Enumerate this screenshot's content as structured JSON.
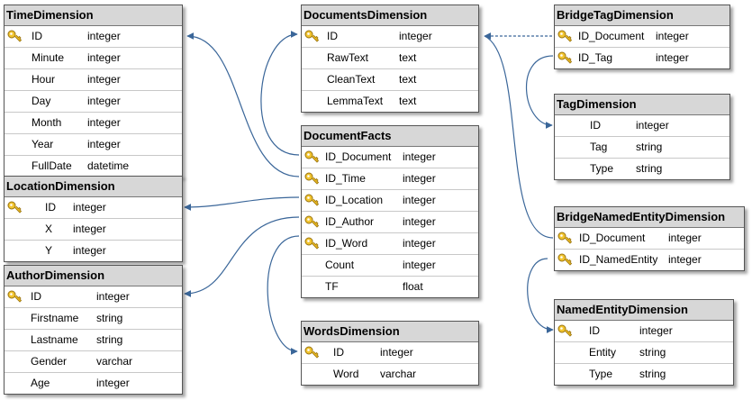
{
  "tables": {
    "time": {
      "title": "TimeDimension",
      "rows": [
        {
          "name": "ID",
          "type": "integer",
          "key": true
        },
        {
          "name": "Minute",
          "type": "integer",
          "key": false
        },
        {
          "name": "Hour",
          "type": "integer",
          "key": false
        },
        {
          "name": "Day",
          "type": "integer",
          "key": false
        },
        {
          "name": "Month",
          "type": "integer",
          "key": false
        },
        {
          "name": "Year",
          "type": "integer",
          "key": false
        },
        {
          "name": "FullDate",
          "type": "datetime",
          "key": false
        }
      ]
    },
    "location": {
      "title": "LocationDimension",
      "rows": [
        {
          "name": "ID",
          "type": "integer",
          "key": true
        },
        {
          "name": "X",
          "type": "integer",
          "key": false
        },
        {
          "name": "Y",
          "type": "integer",
          "key": false
        }
      ]
    },
    "author": {
      "title": "AuthorDimension",
      "rows": [
        {
          "name": "ID",
          "type": "integer",
          "key": true
        },
        {
          "name": "Firstname",
          "type": "string",
          "key": false
        },
        {
          "name": "Lastname",
          "type": "string",
          "key": false
        },
        {
          "name": "Gender",
          "type": "varchar",
          "key": false
        },
        {
          "name": "Age",
          "type": "integer",
          "key": false
        }
      ]
    },
    "documents": {
      "title": "DocumentsDimension",
      "rows": [
        {
          "name": "ID",
          "type": "integer",
          "key": true
        },
        {
          "name": "RawText",
          "type": "text",
          "key": false
        },
        {
          "name": "CleanText",
          "type": "text",
          "key": false
        },
        {
          "name": "LemmaText",
          "type": "text",
          "key": false
        }
      ]
    },
    "facts": {
      "title": "DocumentFacts",
      "rows": [
        {
          "name": "ID_Document",
          "type": "integer",
          "key": true
        },
        {
          "name": "ID_Time",
          "type": "integer",
          "key": true
        },
        {
          "name": "ID_Location",
          "type": "integer",
          "key": true
        },
        {
          "name": "ID_Author",
          "type": "integer",
          "key": true
        },
        {
          "name": "ID_Word",
          "type": "integer",
          "key": true
        },
        {
          "name": "Count",
          "type": "integer",
          "key": false
        },
        {
          "name": "TF",
          "type": "float",
          "key": false
        }
      ]
    },
    "words": {
      "title": "WordsDimension",
      "rows": [
        {
          "name": "ID",
          "type": "integer",
          "key": true
        },
        {
          "name": "Word",
          "type": "varchar",
          "key": false
        }
      ]
    },
    "bridgetag": {
      "title": "BridgeTagDimension",
      "rows": [
        {
          "name": "ID_Document",
          "type": "integer",
          "key": true
        },
        {
          "name": "ID_Tag",
          "type": "integer",
          "key": true
        }
      ]
    },
    "tag": {
      "title": "TagDimension",
      "rows": [
        {
          "name": "ID",
          "type": "integer",
          "key": false
        },
        {
          "name": "Tag",
          "type": "string",
          "key": false
        },
        {
          "name": "Type",
          "type": "string",
          "key": false
        }
      ]
    },
    "bridgene": {
      "title": "BridgeNamedEntityDimension",
      "rows": [
        {
          "name": "ID_Document",
          "type": "integer",
          "key": true
        },
        {
          "name": "ID_NamedEntity",
          "type": "integer",
          "key": true
        }
      ]
    },
    "namedentity": {
      "title": "NamedEntityDimension",
      "rows": [
        {
          "name": "ID",
          "type": "integer",
          "key": true
        },
        {
          "name": "Entity",
          "type": "string",
          "key": false
        },
        {
          "name": "Type",
          "type": "string",
          "key": false
        }
      ]
    }
  },
  "colors": {
    "link": "#3a6699",
    "header": "#d7d7d7",
    "key_gold": "#e8b820"
  }
}
